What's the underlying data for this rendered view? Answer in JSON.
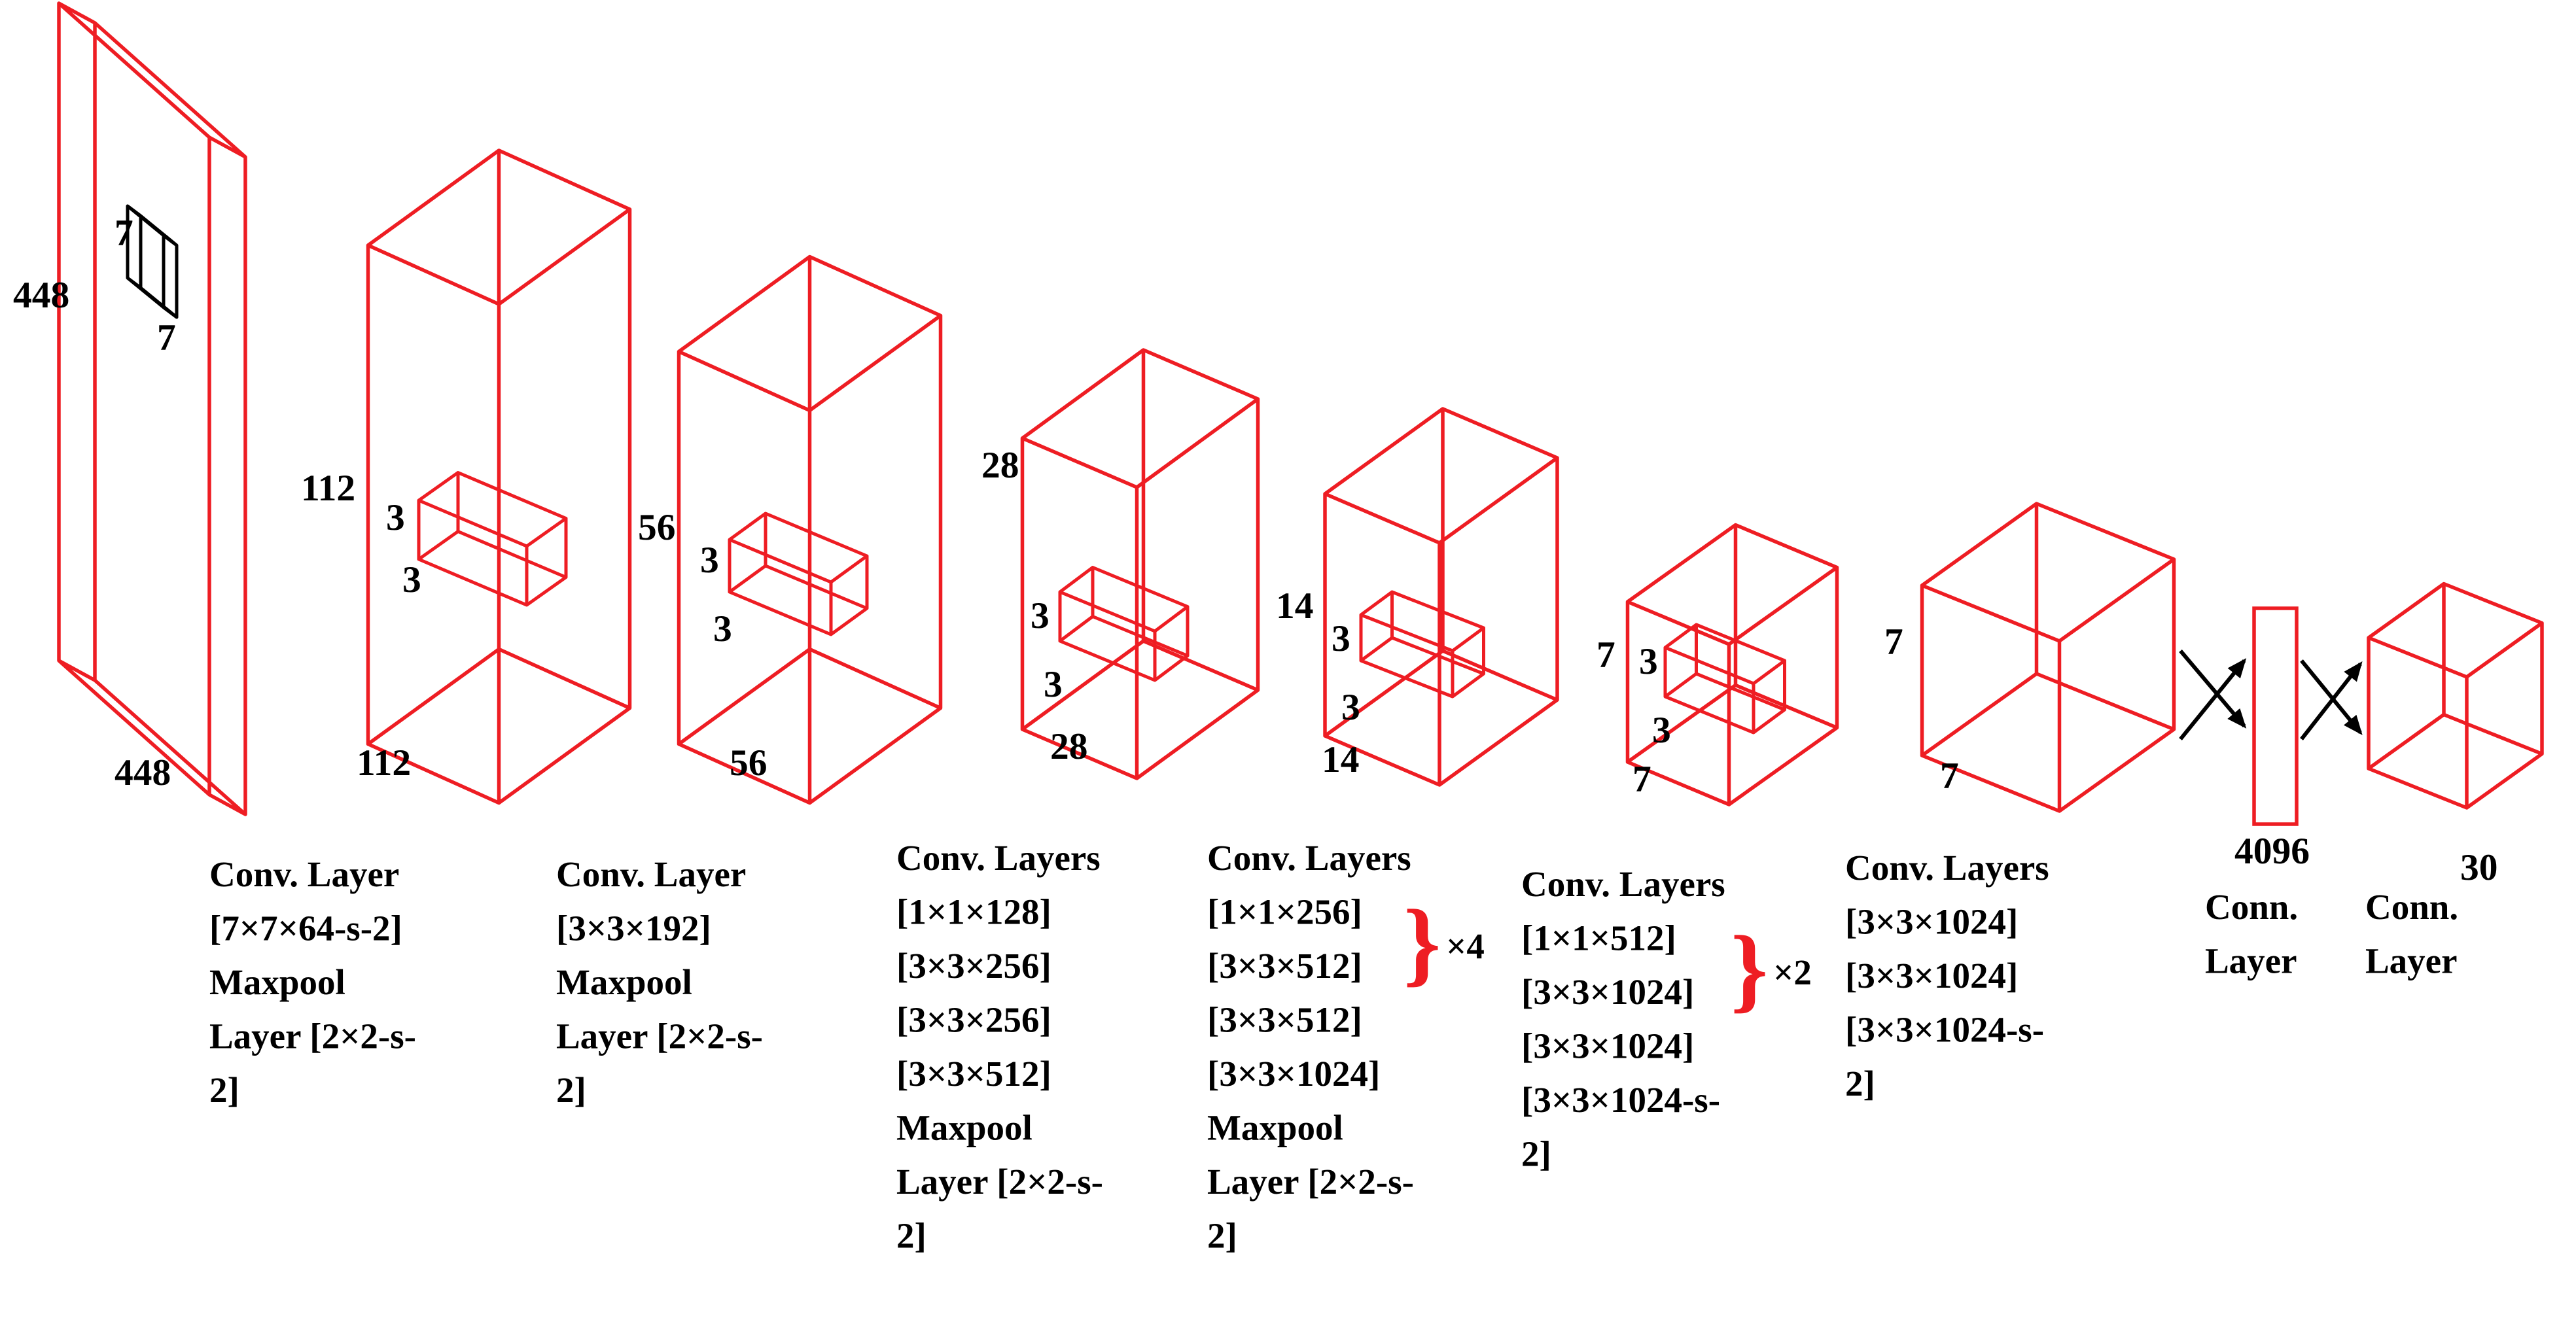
{
  "colors": {
    "wire": "#ee1d23",
    "ink": "#000000"
  },
  "labels": {
    "s1_height": "448",
    "s1_width": "448",
    "s1_k_top": "7",
    "s1_k_bottom": "7",
    "s2_height": "112",
    "s2_width": "112",
    "s2_k_top": "3",
    "s2_k_bottom": "3",
    "s3_height": "56",
    "s3_width": "56",
    "s3_k_top": "3",
    "s3_k_bottom": "3",
    "s4_height": "28",
    "s4_width": "28",
    "s4_k_top": "3",
    "s4_k_bottom": "3",
    "s5_height": "14",
    "s5_width": "14",
    "s5_k_top": "3",
    "s5_k_bottom": "3",
    "s6_height": "7",
    "s6_width": "7",
    "s6_k_top": "3",
    "s6_k_bottom": "3",
    "s7_height": "7",
    "s7_width": "7",
    "fc1_size": "4096",
    "fc2_size": "30",
    "brace": "}",
    "rep4": "×4",
    "rep2": "×2"
  },
  "captions": {
    "c1": [
      "Conv. Layer",
      "[7×7×64-s-2]",
      "Maxpool",
      "Layer [2×2-s-",
      "2]"
    ],
    "c2": [
      "Conv. Layer",
      "[3×3×192]",
      "Maxpool",
      "Layer [2×2-s-",
      "2]"
    ],
    "c3": [
      "Conv. Layers",
      "[1×1×128]",
      "[3×3×256]",
      "[3×3×256]",
      "[3×3×512]",
      "Maxpool",
      "Layer [2×2-s-",
      "2]"
    ],
    "c4": [
      "Conv. Layers",
      "[1×1×256]",
      "[3×3×512]",
      "[3×3×512]",
      "[3×3×1024]",
      "Maxpool",
      "Layer [2×2-s-",
      "2]"
    ],
    "c5": [
      "Conv. Layers",
      "[1×1×512]",
      "[3×3×1024]",
      "[3×3×1024]",
      "[3×3×1024-s-",
      "2]"
    ],
    "c6": [
      "Conv. Layers",
      "[3×3×1024]",
      "[3×3×1024]",
      "[3×3×1024-s-",
      "2]"
    ],
    "c7": [
      "Conn.",
      "Layer"
    ],
    "c8": [
      "Conn.",
      "Layer"
    ]
  }
}
